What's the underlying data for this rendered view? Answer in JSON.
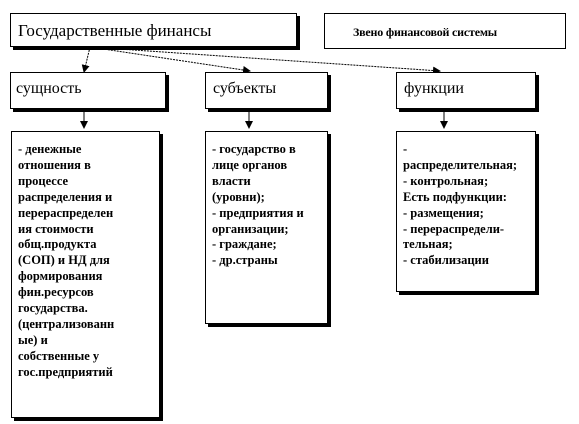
{
  "header": {
    "main_title": "Государственные финансы",
    "side_label": "Звено финансовой системы"
  },
  "categories": [
    {
      "title": "сущность",
      "lines": [
        "- денежные",
        "отношения в",
        "процессе",
        "распределения и",
        "перераспределен",
        "ия стоимости",
        "общ.продукта",
        "(СОП) и НД для",
        "формирования",
        "фин.ресурсов",
        "государства.",
        "(централизованн",
        "ые) и",
        "собственные у",
        "гос.предприятий"
      ]
    },
    {
      "title": "субъекты",
      "lines": [
        "- государство в",
        "лице органов",
        "власти",
        "(уровни);",
        "- предприятия и",
        "организации;",
        "- граждане;",
        "- др.страны"
      ]
    },
    {
      "title": "функции",
      "lines": [
        "-",
        "распределительная;",
        "- контрольная;",
        "Есть подфункции:",
        "- размещения;",
        "- перераспредели-",
        "тельная;",
        "- стабилизации"
      ]
    }
  ]
}
